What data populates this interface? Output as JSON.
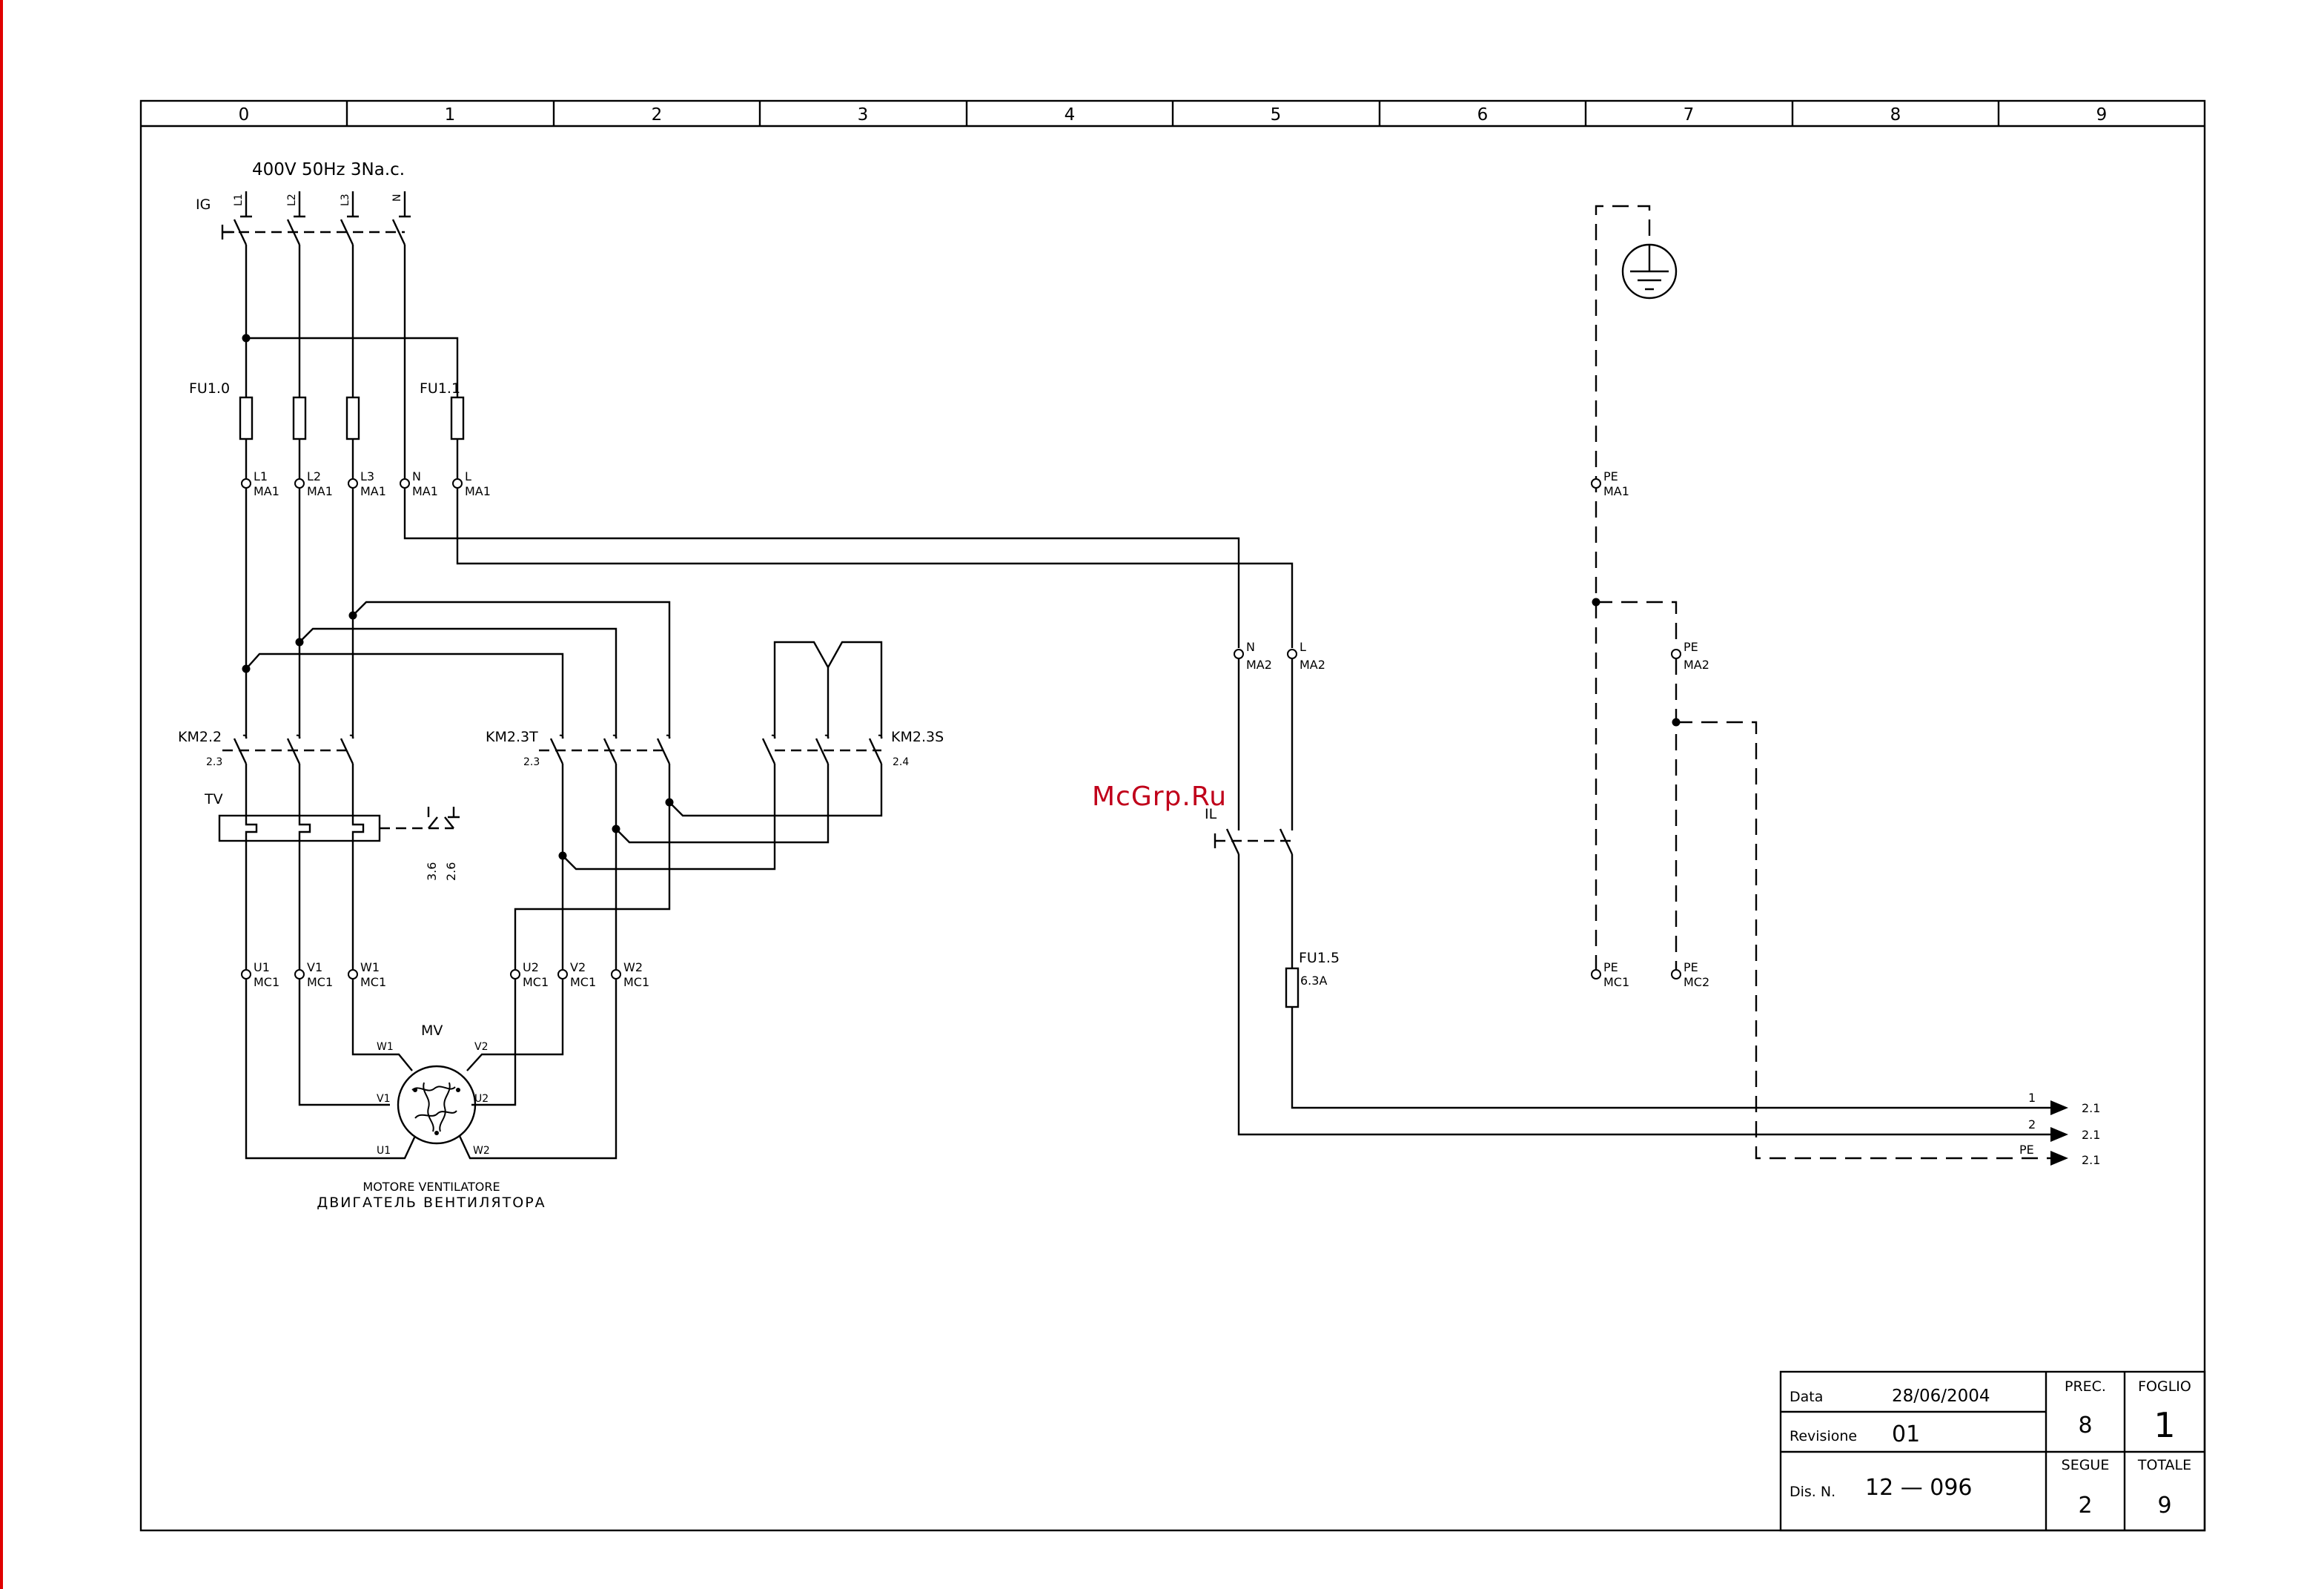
{
  "frame": {
    "zones": [
      "0",
      "1",
      "2",
      "3",
      "4",
      "5",
      "6",
      "7",
      "8",
      "9"
    ]
  },
  "supply": {
    "label": "400V 50Hz 3Na.c.",
    "switch_name": "IG",
    "phases": [
      "L1",
      "L2",
      "L3",
      "N"
    ]
  },
  "fuses": {
    "fu10": "FU1.0",
    "fu11": "FU1.1",
    "fu15": "FU1.5",
    "fu15_rating": "6.3A"
  },
  "terminals_ma1": [
    {
      "name": "L1",
      "block": "MA1"
    },
    {
      "name": "L2",
      "block": "MA1"
    },
    {
      "name": "L3",
      "block": "MA1"
    },
    {
      "name": "N",
      "block": "MA1"
    },
    {
      "name": "L",
      "block": "MA1"
    }
  ],
  "terminals_ma2": [
    {
      "name": "N",
      "block": "MA2"
    },
    {
      "name": "L",
      "block": "MA2"
    }
  ],
  "contactors": {
    "km22": {
      "name": "KM2.2",
      "ref": "2.3"
    },
    "km23t": {
      "name": "KM2.3T",
      "ref": "2.3"
    },
    "km23s": {
      "name": "KM2.3S",
      "ref": "2.4"
    }
  },
  "thermal": {
    "name": "TV",
    "refs": [
      "3.6",
      "2.6"
    ]
  },
  "switch_il": "IL",
  "terminals_mc1": [
    {
      "name": "U1",
      "block": "MC1"
    },
    {
      "name": "V1",
      "block": "MC1"
    },
    {
      "name": "W1",
      "block": "MC1"
    },
    {
      "name": "U2",
      "block": "MC1"
    },
    {
      "name": "V2",
      "block": "MC1"
    },
    {
      "name": "W2",
      "block": "MC1"
    }
  ],
  "motor": {
    "name": "MV",
    "windings": [
      "W1",
      "V2",
      "V1",
      "U2",
      "U1",
      "W2"
    ],
    "caption_it": "MOTORE VENTILATORE",
    "caption_ru": "ДВИГАТЕЛЬ ВЕНТИЛЯТОРА"
  },
  "earth": {
    "pe_ma1": {
      "name": "PE",
      "block": "MA1"
    },
    "pe_ma2": {
      "name": "PE",
      "block": "MA2"
    },
    "pe_mc1": {
      "name": "PE",
      "block": "MC1"
    },
    "pe_mc2": {
      "name": "PE",
      "block": "MC2"
    }
  },
  "outputs": [
    {
      "wire": "1",
      "ref": "2.1"
    },
    {
      "wire": "2",
      "ref": "2.1"
    },
    {
      "wire": "PE",
      "ref": "2.1"
    }
  ],
  "watermark": "McGrp.Ru",
  "title_block": {
    "data_label": "Data",
    "data_value": "28/06/2004",
    "revisione_label": "Revisione",
    "revisione_value": "01",
    "dis_label": "Dis. N.",
    "dis_value": "12 — 096",
    "prec_label": "PREC.",
    "prec_value": "8",
    "foglio_label": "FOGLIO",
    "foglio_value": "1",
    "segue_label": "SEGUE",
    "segue_value": "2",
    "totale_label": "TOTALE",
    "totale_value": "9"
  }
}
